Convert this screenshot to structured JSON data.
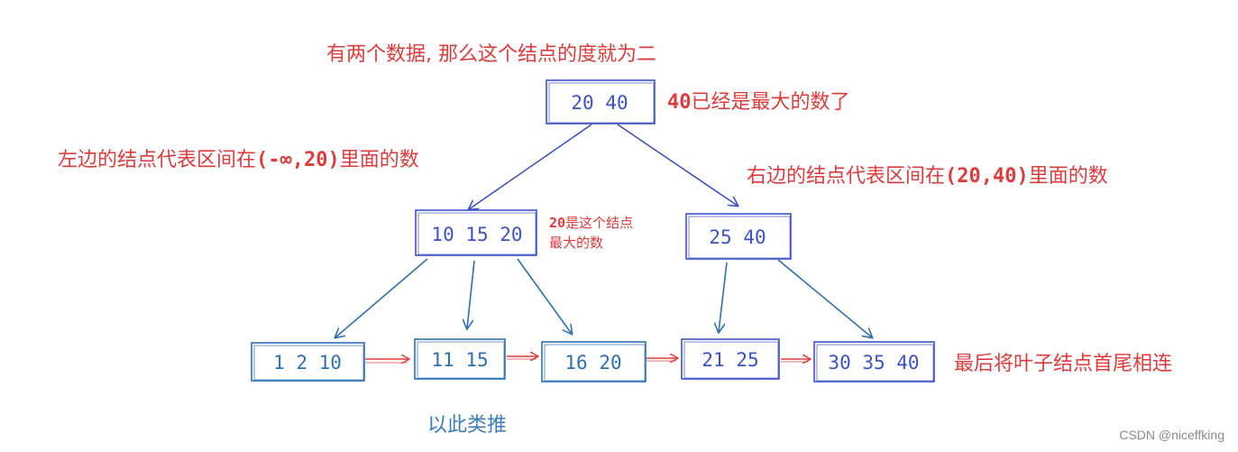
{
  "annotations": {
    "top": "有两个数据, 那么这个结点的度就为二",
    "root_side_prefix": "40",
    "root_side_suffix": "已经是最大的数了",
    "left_range_prefix": "左边的结点代表区间在",
    "left_range_mono": "(-∞,20)",
    "left_range_suffix": "里面的数",
    "right_range_prefix": "右边的结点代表区间在",
    "right_range_mono": "(20,40)",
    "right_range_suffix": "里面的数",
    "mid_note_prefix": "20",
    "mid_note_line1_rest": "是这个结点",
    "mid_note_line2": "最大的数",
    "leaf_link": "最后将叶子结点首尾相连",
    "etc": "以此类推"
  },
  "nodes": {
    "root": "20 40",
    "inner_left": "10 15 20",
    "inner_right": "25 40",
    "leaf_1": "1 2 10",
    "leaf_2": "11 15",
    "leaf_3": "16 20",
    "leaf_4": "21 25",
    "leaf_5": "30 35 40"
  },
  "watermark": "CSDN @niceffking",
  "colors": {
    "annotation_red": "#e03b3b",
    "node_blue": "#3d52c9",
    "leaf_blue": "#2e6fb2",
    "link_red": "#e03b3b",
    "etc_blue": "#3a7bc0"
  }
}
